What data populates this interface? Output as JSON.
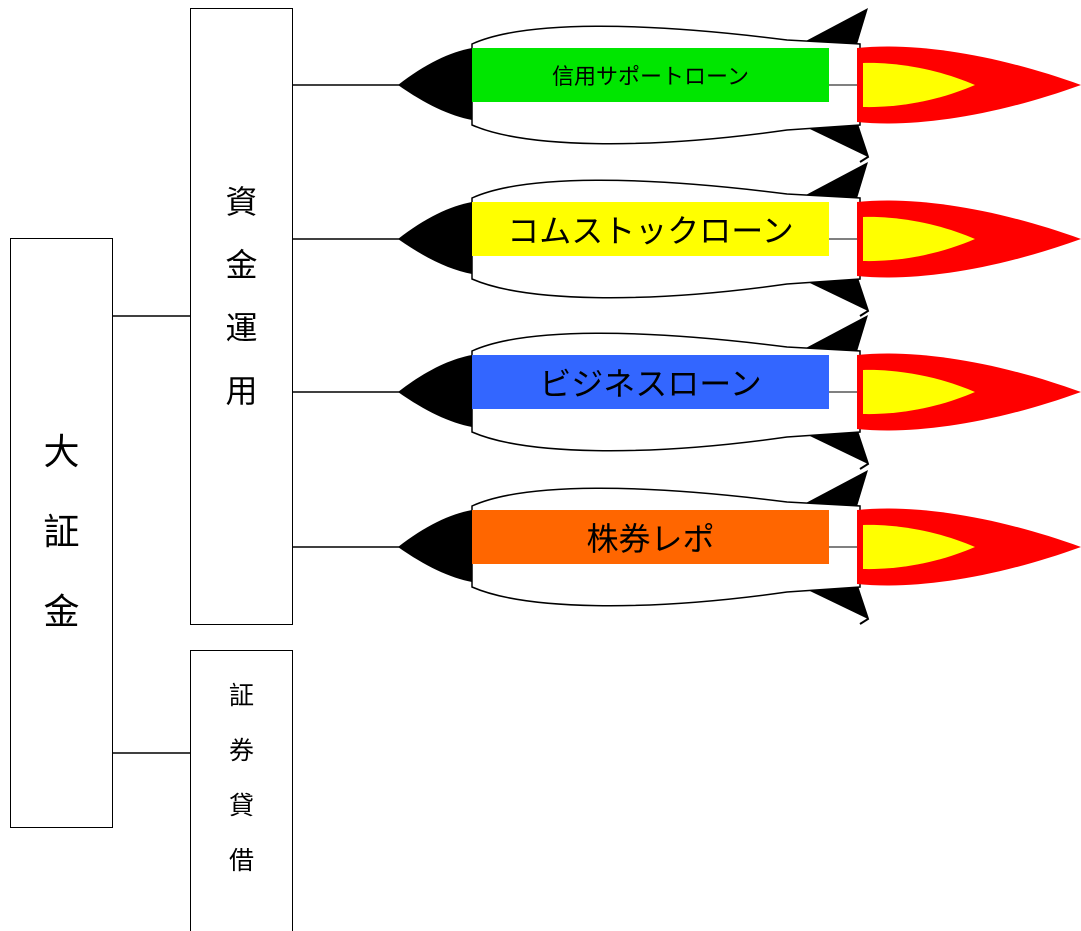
{
  "org": {
    "main": "大証金",
    "fund_management": "資金運用",
    "securities_lending": "証券貸借"
  },
  "rockets": [
    {
      "label": "信用サポートローン",
      "color": "#00e600"
    },
    {
      "label": "コムストックローン",
      "color": "#ffff00"
    },
    {
      "label": "ビジネスローン",
      "color": "#3366ff"
    },
    {
      "label": "株券レポ",
      "color": "#ff6600"
    }
  ],
  "colors": {
    "flame_outer": "#ff0000",
    "flame_inner": "#ffff00",
    "fin": "#000000",
    "line": "#000000"
  }
}
